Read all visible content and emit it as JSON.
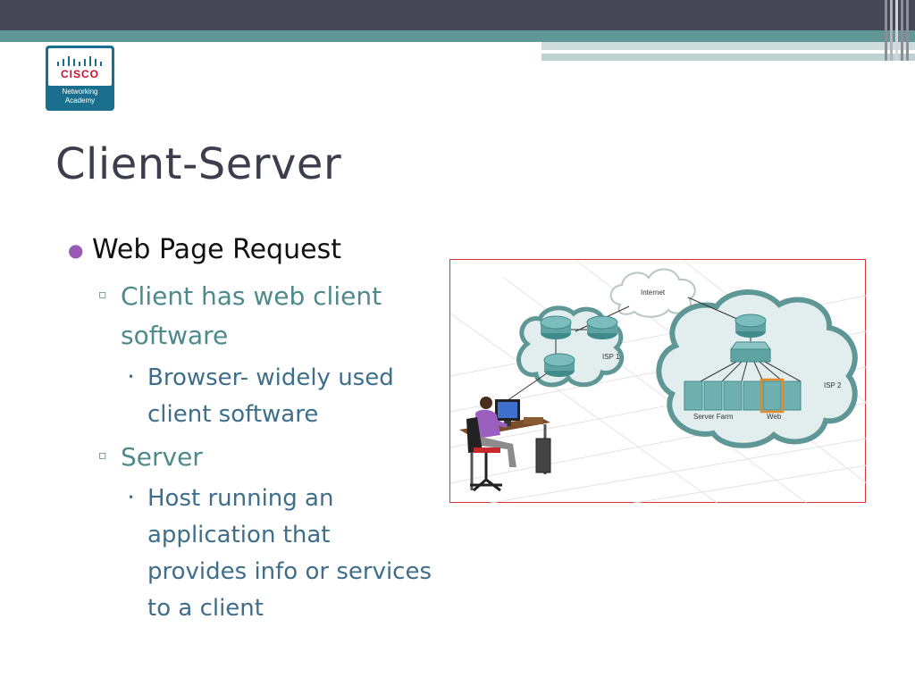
{
  "logo": {
    "wordmark": "CISCO",
    "subtitle_line1": "Networking",
    "subtitle_line2": "Academy"
  },
  "slide": {
    "title": "Client-Server",
    "bullets": {
      "b1": "Web Page Request",
      "b1_1_line1": "Client has web client",
      "b1_1_line2": "software",
      "b1_1_1_line1": "Browser- widely used",
      "b1_1_1_line2": "client software",
      "b1_2": "Server",
      "b1_2_1_line1": "Host running an",
      "b1_2_1_line2": "application that",
      "b1_2_1_line3": "provides info or services",
      "b1_2_1_line4": "to a client"
    }
  },
  "diagram": {
    "internet_label": "Internet",
    "isp1_label": "ISP 1",
    "isp2_label": "ISP 2",
    "server_farm_label": "Server Farm",
    "web_label": "Web"
  },
  "colors": {
    "header_dark": "#454656",
    "header_teal": "#5f9696",
    "title": "#3c3e4e",
    "level2_text": "#4e8a8b",
    "level3_text": "#3e6e8a",
    "bullet_dot": "#9b59b6",
    "diagram_border": "#d0363a"
  }
}
